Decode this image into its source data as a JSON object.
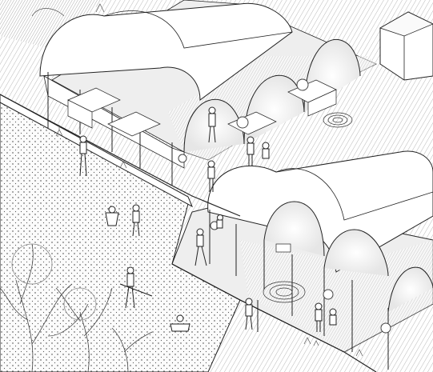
{
  "figure": {
    "description_none": "",
    "palette": {
      "paper": "#ffffff",
      "ink": "#1a1a1a",
      "ground": "#f4f4f4",
      "hatch": "#9a9a9a",
      "shadow": "#c8c8c8"
    },
    "icons": [
      "person-figure",
      "tree-sketch",
      "lantern-light",
      "spiral-pattern"
    ]
  }
}
